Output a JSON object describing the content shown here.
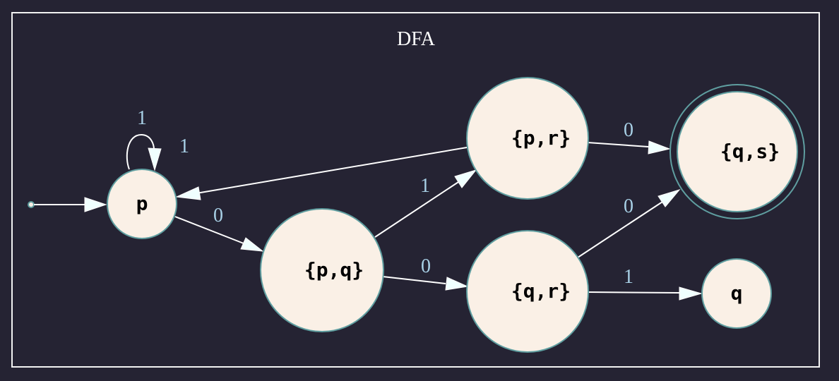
{
  "graph": {
    "title": "DFA",
    "colors": {
      "background": "#252333",
      "cluster_border": "#f2f2f2",
      "node_fill": "#faf0e6",
      "node_border": "#5f9ea0",
      "node_text": "#000000",
      "edge": "#ffffff",
      "edge_label": "#a8d0e6"
    },
    "start_state": "p",
    "accept_states": [
      "{q,s}"
    ],
    "states": [
      {
        "id": "p",
        "label": "p"
      },
      {
        "id": "pq",
        "label": "{p,q}"
      },
      {
        "id": "pr",
        "label": "{p,r}"
      },
      {
        "id": "qr",
        "label": "{q,r}"
      },
      {
        "id": "qs",
        "label": "{q,s}"
      },
      {
        "id": "q",
        "label": "q"
      }
    ],
    "transitions": [
      {
        "id": "p-p",
        "from": "p",
        "to": "p",
        "label": "1"
      },
      {
        "id": "p-pq",
        "from": "p",
        "to": "{p,q}",
        "label": "0"
      },
      {
        "id": "pr-p",
        "from": "{p,r}",
        "to": "p",
        "label": "1"
      },
      {
        "id": "pq-pr",
        "from": "{p,q}",
        "to": "{p,r}",
        "label": "1"
      },
      {
        "id": "pq-qr",
        "from": "{p,q}",
        "to": "{q,r}",
        "label": "0"
      },
      {
        "id": "pr-qs",
        "from": "{p,r}",
        "to": "{q,s}",
        "label": "0"
      },
      {
        "id": "qr-qs",
        "from": "{q,r}",
        "to": "{q,s}",
        "label": "0"
      },
      {
        "id": "qr-q",
        "from": "{q,r}",
        "to": "q",
        "label": "1"
      }
    ]
  }
}
